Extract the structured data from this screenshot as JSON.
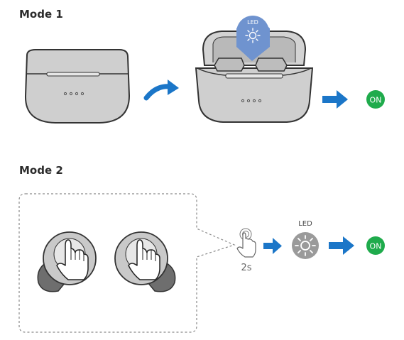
{
  "mode1": {
    "title": "Mode 1",
    "led_label": "LED",
    "on_label": "ON"
  },
  "mode2": {
    "title": "Mode 2",
    "press_time": "2s",
    "led_label": "LED",
    "on_label": "ON"
  },
  "colors": {
    "arrow": "#1b76c8",
    "on_badge": "#1fab4c",
    "case_fill": "#cfcfcf",
    "case_stroke": "#333333",
    "led_glow": "#6f93cf",
    "bud_fill": "#c9c9c9",
    "bud_dark": "#6e6e6e"
  },
  "icons": [
    "closed-case-icon",
    "curved-arrow-icon",
    "open-case-icon",
    "led-glow-icon",
    "right-arrow-icon",
    "on-badge-icon",
    "earbud-left-icon",
    "earbud-right-icon",
    "hand-press-icon",
    "touch-icon",
    "led-icon"
  ]
}
